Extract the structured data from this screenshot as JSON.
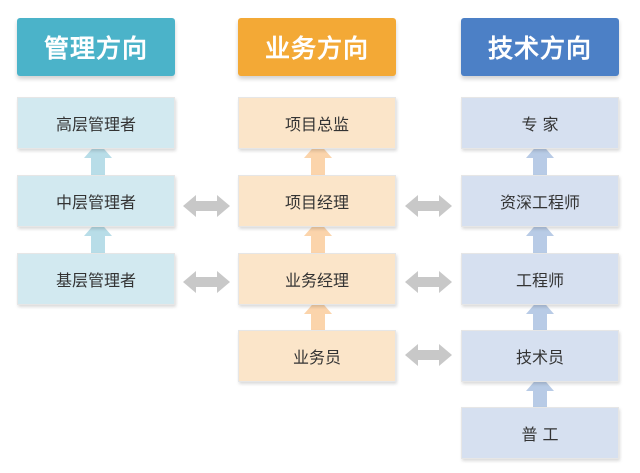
{
  "columns": [
    {
      "title": "管理方向",
      "color": "#4bb3c9",
      "levels": [
        "高层管理者",
        "中层管理者",
        "基层管理者"
      ]
    },
    {
      "title": "业务方向",
      "color": "#f3a936",
      "levels": [
        "项目总监",
        "项目经理",
        "业务经理",
        "业务员"
      ]
    },
    {
      "title": "技术方向",
      "color": "#4c80c6",
      "levels": [
        "专 家",
        "资深工程师",
        "工程师",
        "技术员",
        "普 工"
      ]
    }
  ],
  "colors": {
    "mgmt_box": "#d2e9f0",
    "biz_box": "#fbe5c9",
    "tech_box": "#d6e0f0",
    "mgmt_arrow": "#b8dde8",
    "biz_arrow": "#fbd4ab",
    "tech_arrow": "#b8cbe6",
    "side_arrow": "#c8c8c8"
  }
}
